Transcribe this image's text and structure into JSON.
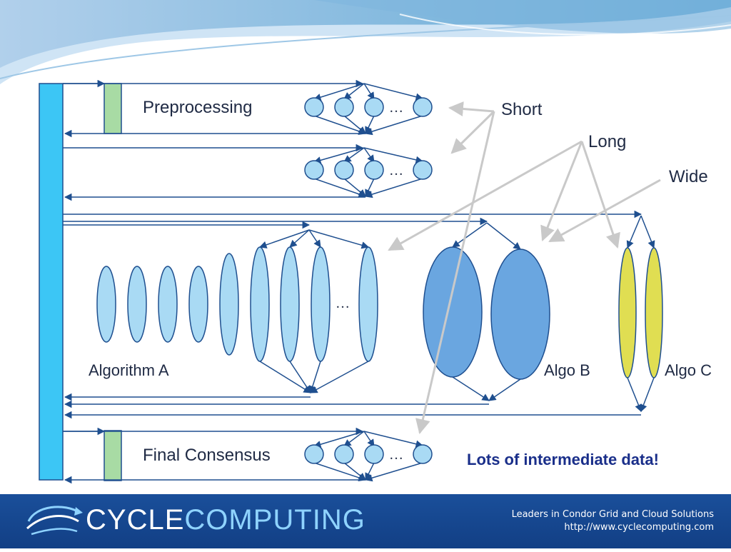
{
  "labels": {
    "preprocessing": "Preprocessing",
    "final_consensus": "Final Consensus",
    "algorithm_a": "Algorithm A",
    "algo_b": "Algo B",
    "algo_c": "Algo C",
    "short": "Short",
    "long": "Long",
    "wide": "Wide",
    "ellipsis": "…"
  },
  "note": "Lots of intermediate data!",
  "footer": {
    "brand_part1": "CYCLE",
    "brand_part2": "COMPUTING",
    "tagline": "Leaders in Condor Grid and Cloud Solutions",
    "url": "http://www.cyclecomputing.com"
  },
  "colors": {
    "main_bar": "#3cc6f5",
    "green_block": "#a8dba4",
    "small_node": "#a9daf4",
    "algo_b_node": "#6aa6e0",
    "algo_c_node": "#e0de52",
    "node_stroke": "#1f4f8f",
    "footer_bg": "#1a4f9a"
  }
}
